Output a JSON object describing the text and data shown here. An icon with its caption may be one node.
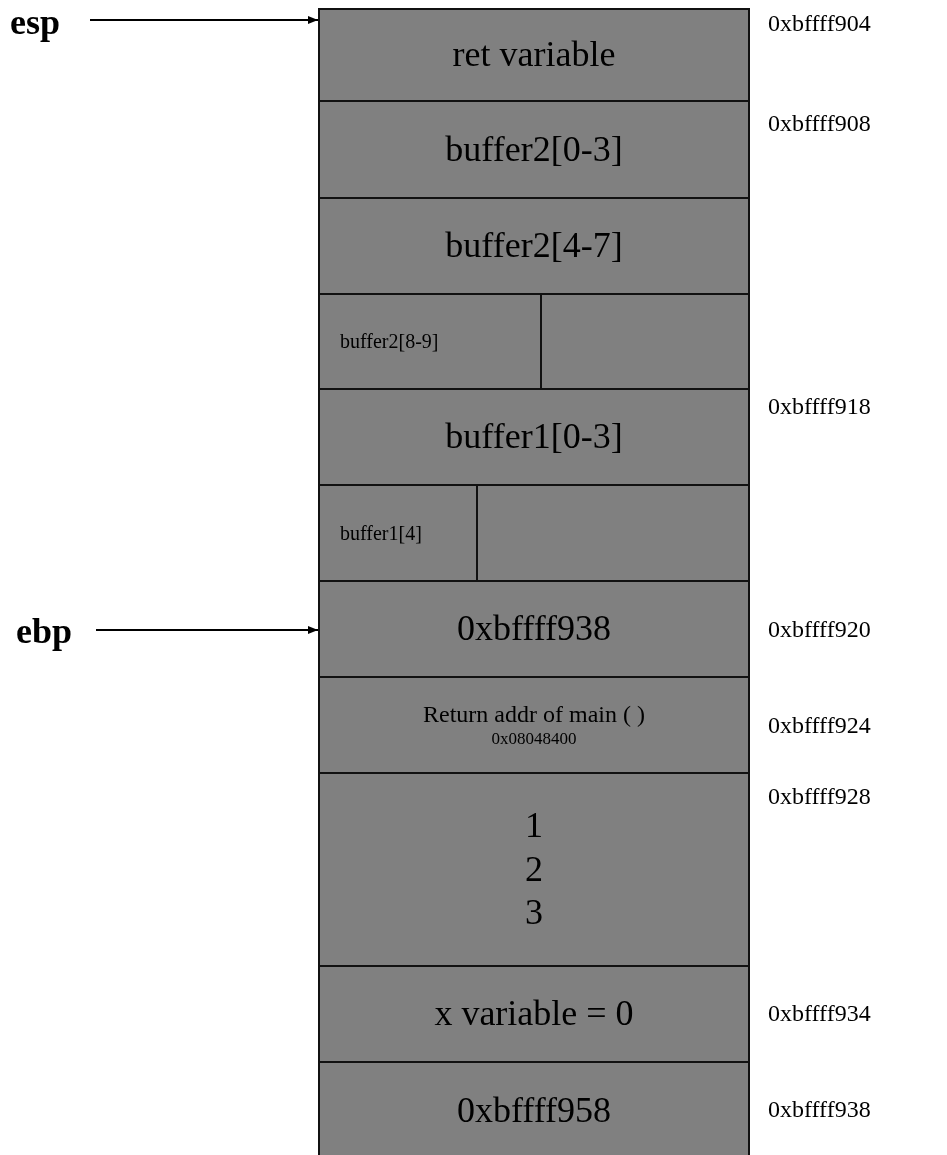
{
  "diagram": {
    "nodes": [
      {
        "text": [
          "esp"
        ]
      },
      {
        "text": [
          "ret variable"
        ],
        "beside": [
          "0xbffff904"
        ]
      },
      {
        "text": [
          "buffer2[0-3]"
        ],
        "beside": [
          "0xbffff908"
        ]
      },
      {
        "text": [
          "buffer2[4-7]"
        ]
      },
      {
        "text": [
          "buffer2[8-9]"
        ]
      },
      {
        "text": [],
        "shape": "box"
      },
      {
        "text": [
          "buffer1[0-3]"
        ],
        "beside": [
          "0xbffff918"
        ]
      },
      {
        "text": [
          "buffer1[4]"
        ]
      },
      {
        "text": [],
        "shape": "box"
      },
      {
        "text": [
          "ebp"
        ]
      },
      {
        "text": [
          "0xbffff938"
        ],
        "beside": [
          "0xbffff920"
        ]
      },
      {
        "text": [
          "Return addr of main ( )",
          "0x08048400"
        ],
        "beside": [
          "0xbffff924"
        ]
      },
      {
        "text": [
          "1",
          "2",
          "3"
        ],
        "beside": [
          "0xbffff928"
        ]
      },
      {
        "text": [
          "x variable = 0"
        ],
        "beside": [
          "0xbffff934"
        ]
      },
      {
        "text": [
          "0xbffff958"
        ],
        "beside": [
          "0xbffff938"
        ]
      }
    ],
    "edges": [
      {
        "from": 0,
        "to": 1,
        "arrow": "to"
      },
      {
        "from": 9,
        "to": 10,
        "arrow": "to"
      }
    ]
  }
}
